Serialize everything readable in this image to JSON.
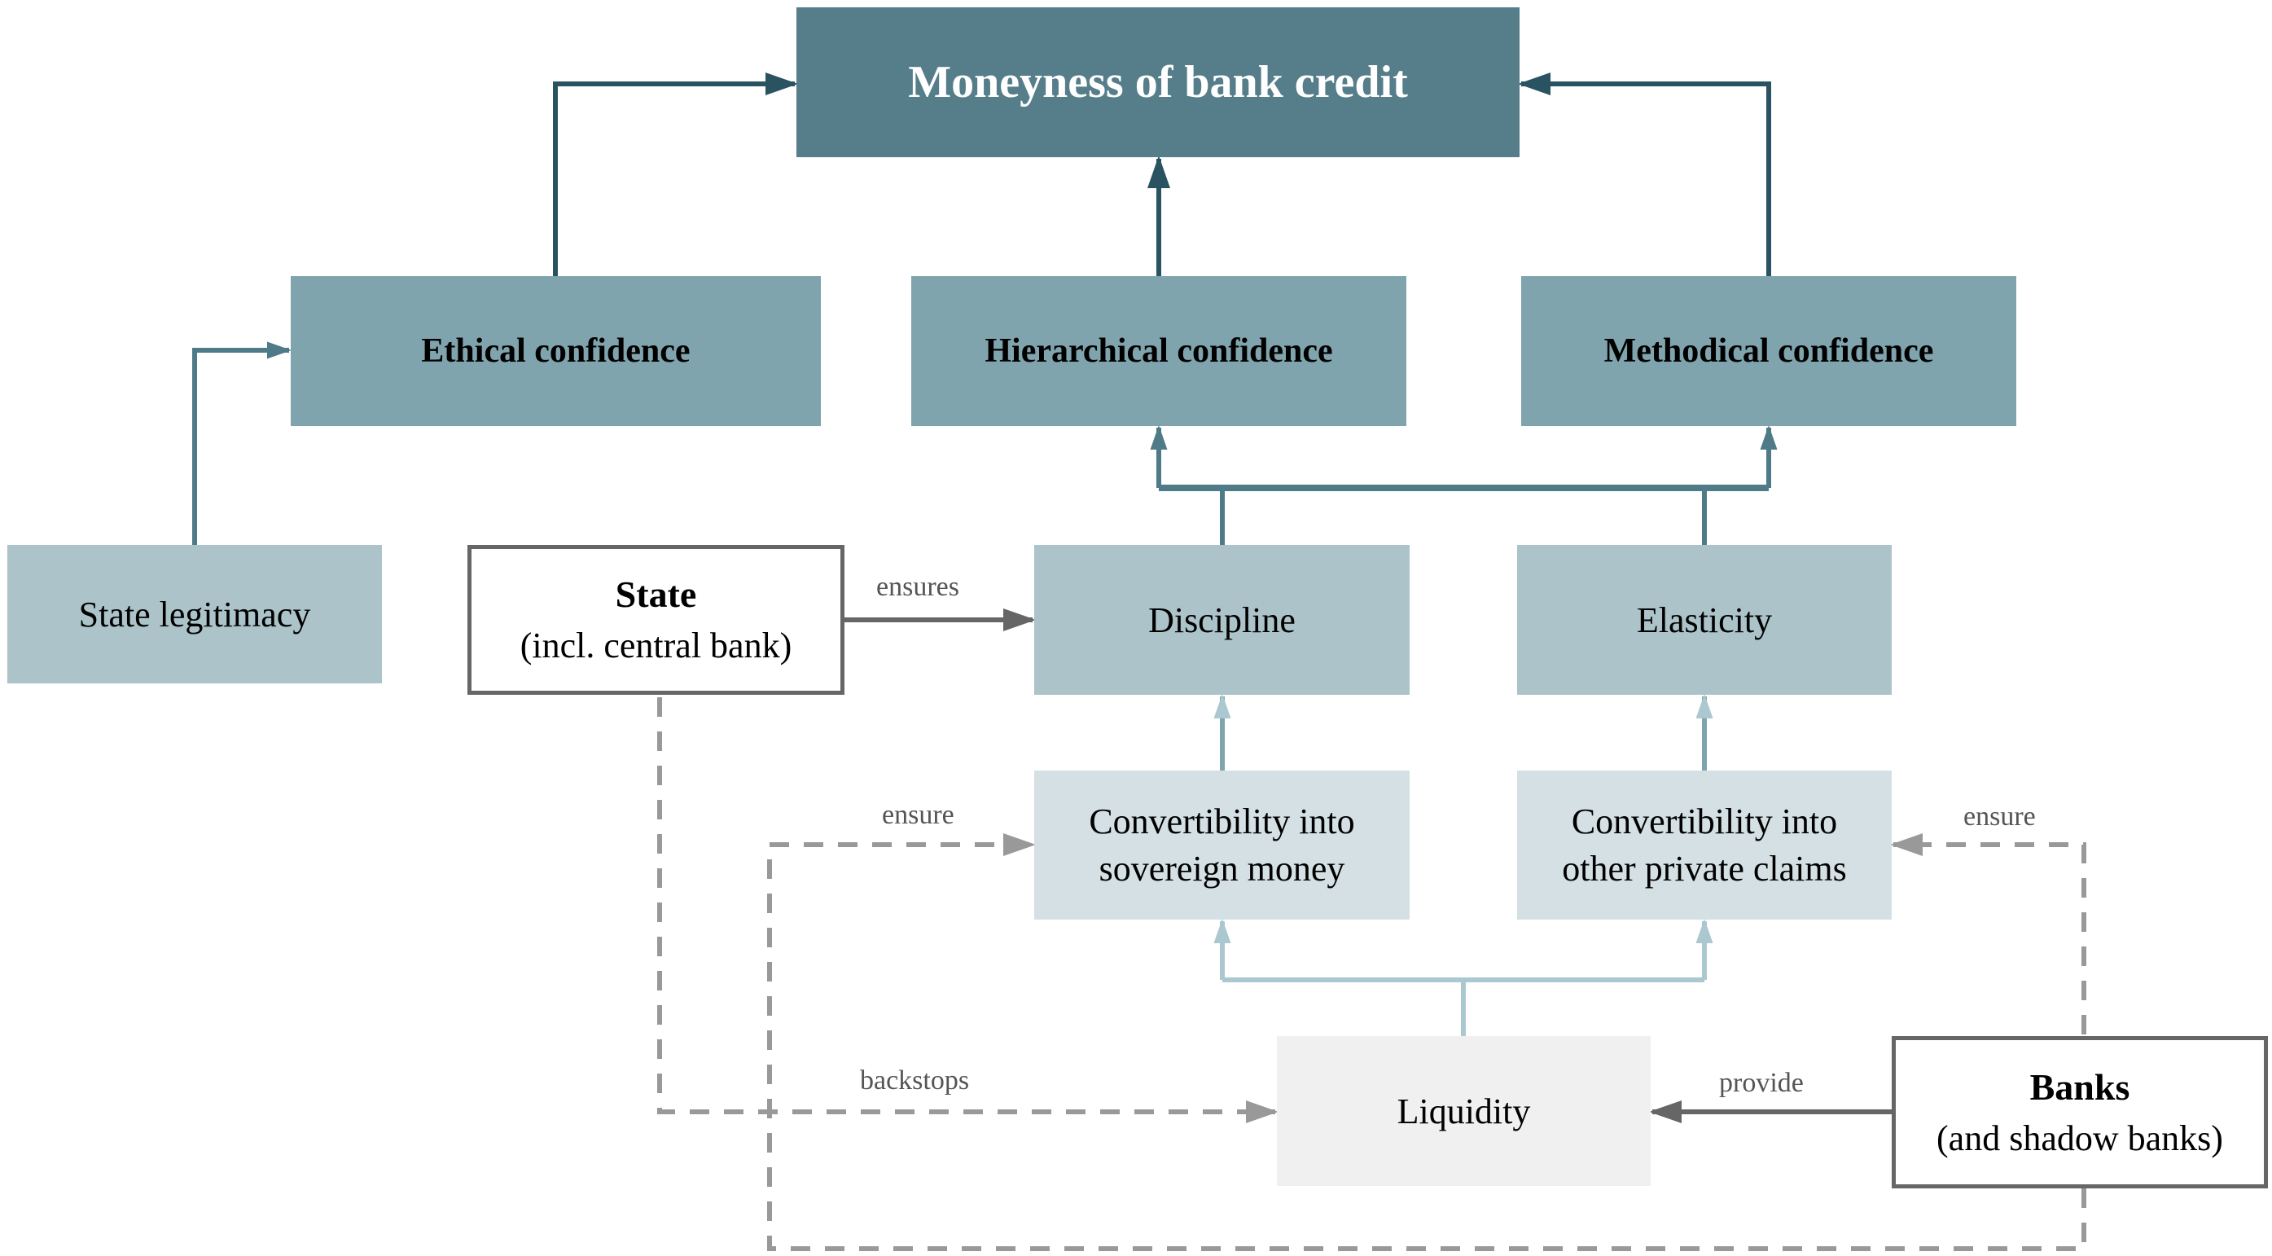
{
  "nodes": {
    "moneyness": "Moneyness of bank credit",
    "ethical": "Ethical confidence",
    "hierarchical": "Hierarchical confidence",
    "methodical": "Methodical confidence",
    "state_legitimacy": "State legitimacy",
    "state": {
      "title": "State",
      "subtitle": "(incl. central bank)"
    },
    "discipline": "Discipline",
    "elasticity": "Elasticity",
    "conv_sovereign": {
      "line1": "Convertibility into",
      "line2": "sovereign money"
    },
    "conv_private": {
      "line1": "Convertibility into",
      "line2": "other private claims"
    },
    "liquidity": "Liquidity",
    "banks": {
      "title": "Banks",
      "subtitle": "(and shadow banks)"
    }
  },
  "edge_labels": {
    "state_ensures": "ensures",
    "state_ensure": "ensure",
    "banks_ensure": "ensure",
    "backstops": "backstops",
    "provide": "provide"
  },
  "colors": {
    "dark_teal": "#557e8a",
    "mid_teal": "#80a4ad",
    "light_teal": "#abc3c9",
    "pale_teal": "#d4e0e4",
    "grey_box": "#f0f0f0",
    "arrow_dark": "#2a5361",
    "arrow_mid": "#4f7b88",
    "arrow_light": "#abc8d0",
    "arrow_grey": "#666666",
    "dashed_grey": "#999999"
  }
}
